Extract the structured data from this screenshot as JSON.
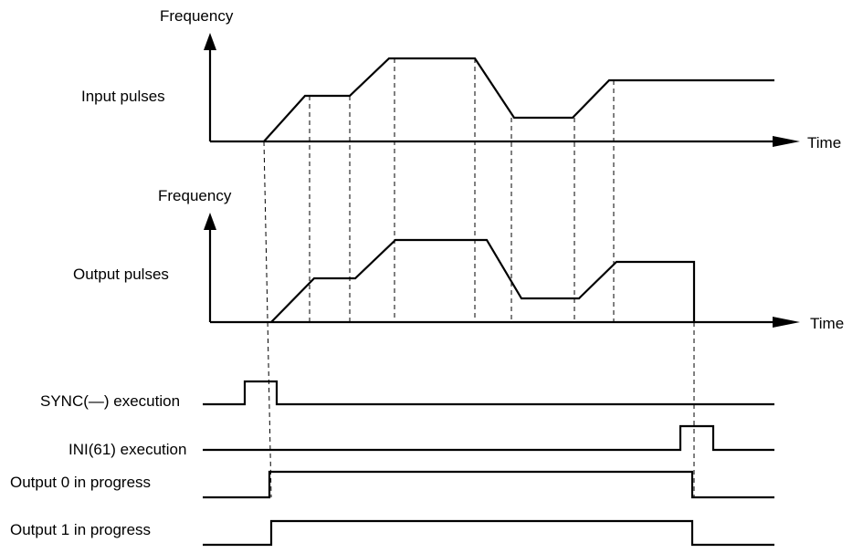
{
  "top_plot": {
    "y_axis_label": "Frequency",
    "x_axis_label": "Time",
    "signal_label": "Input pulses"
  },
  "bottom_plot": {
    "y_axis_label": "Frequency",
    "x_axis_label": "Time",
    "signal_label": "Output pulses"
  },
  "timing_rows": [
    {
      "label": "SYNC(—) execution"
    },
    {
      "label": "INI(61) execution"
    },
    {
      "label": "Output 0 in progress"
    },
    {
      "label": "Output 1 in progress"
    }
  ],
  "colors": {
    "line": "#000000",
    "background": "#ffffff"
  }
}
